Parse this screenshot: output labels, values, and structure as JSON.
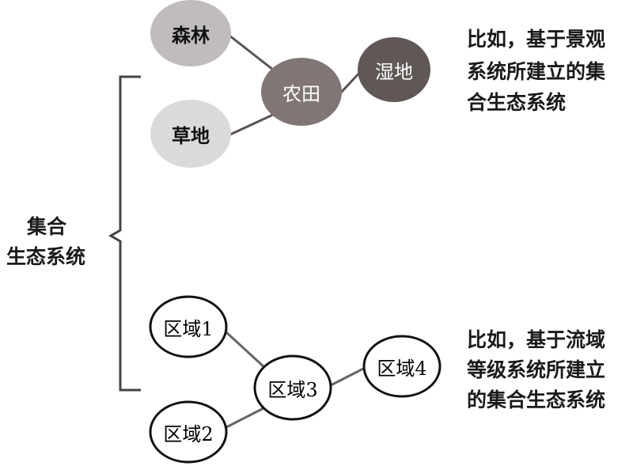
{
  "label": {
    "line1": "集合",
    "line2": "生态系统"
  },
  "top_group": {
    "nodes": [
      {
        "id": "forest",
        "label": "森林",
        "fill": "#bfbcbb",
        "text_color": "#111111"
      },
      {
        "id": "grassland",
        "label": "草地",
        "fill": "#dcdad9",
        "text_color": "#111111"
      },
      {
        "id": "farmland",
        "label": "农田",
        "fill": "#7f7675",
        "text_color": "#ffffff"
      },
      {
        "id": "wetland",
        "label": "湿地",
        "fill": "#5f5856",
        "text_color": "#ffffff"
      }
    ],
    "note": [
      "比如，基于景观",
      "系统所建立的集",
      "合生态系统"
    ]
  },
  "bottom_group": {
    "nodes": [
      {
        "id": "region1",
        "label": "区域1"
      },
      {
        "id": "region2",
        "label": "区域2"
      },
      {
        "id": "region3",
        "label": "区域3"
      },
      {
        "id": "region4",
        "label": "区域4"
      }
    ],
    "note": [
      "比如，基于流域",
      "等级系统所建立",
      "的集合生态系统"
    ]
  }
}
